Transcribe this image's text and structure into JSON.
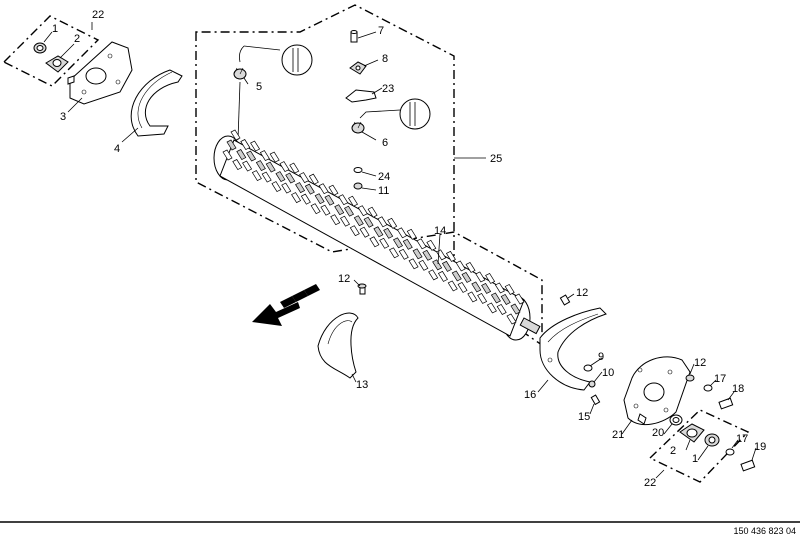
{
  "reference_number": "150 436 823 04",
  "callouts": [
    {
      "key": "c22a",
      "text": "22"
    },
    {
      "key": "c1a",
      "text": "1"
    },
    {
      "key": "c2a",
      "text": "2"
    },
    {
      "key": "c3",
      "text": "3"
    },
    {
      "key": "c4",
      "text": "4"
    },
    {
      "key": "c5",
      "text": "5"
    },
    {
      "key": "c7",
      "text": "7"
    },
    {
      "key": "c8",
      "text": "8"
    },
    {
      "key": "c23",
      "text": "23"
    },
    {
      "key": "c6",
      "text": "6"
    },
    {
      "key": "c25",
      "text": "25"
    },
    {
      "key": "c24",
      "text": "24"
    },
    {
      "key": "c11",
      "text": "11"
    },
    {
      "key": "c14",
      "text": "14"
    },
    {
      "key": "c12a",
      "text": "12"
    },
    {
      "key": "c12b",
      "text": "12"
    },
    {
      "key": "c13",
      "text": "13"
    },
    {
      "key": "c16",
      "text": "16"
    },
    {
      "key": "c9",
      "text": "9"
    },
    {
      "key": "c10",
      "text": "10"
    },
    {
      "key": "c15",
      "text": "15"
    },
    {
      "key": "c12c",
      "text": "12"
    },
    {
      "key": "c17a",
      "text": "17"
    },
    {
      "key": "c18",
      "text": "18"
    },
    {
      "key": "c21",
      "text": "21"
    },
    {
      "key": "c20",
      "text": "20"
    },
    {
      "key": "c2b",
      "text": "2"
    },
    {
      "key": "c1b",
      "text": "1"
    },
    {
      "key": "c17b",
      "text": "17"
    },
    {
      "key": "c19",
      "text": "19"
    },
    {
      "key": "c22b",
      "text": "22"
    }
  ]
}
